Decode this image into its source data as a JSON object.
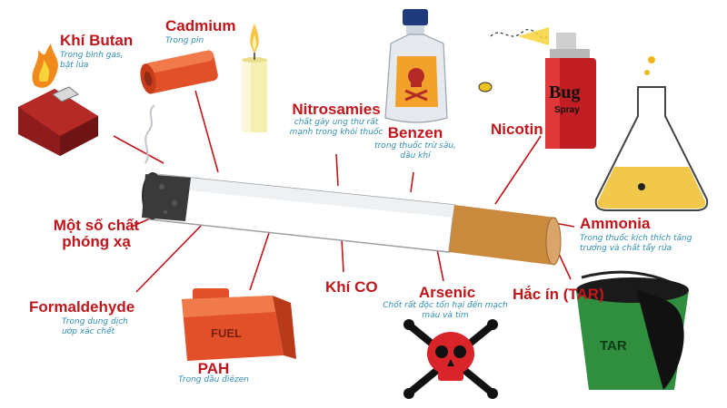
{
  "labels": {
    "butane": {
      "title": "Khí Butan",
      "sub": "Trong bình gas, bật lửa"
    },
    "cadmium": {
      "title": "Cadmium",
      "sub": "Trong pin"
    },
    "nitrosamines": {
      "title": "Nitrosamies",
      "sub": "chất gây ung thư rất mạnh trong khói thuốc"
    },
    "benzene": {
      "title": "Benzen",
      "sub": "trong thuốc trừ sâu, dầu khí"
    },
    "nicotine": {
      "title": "Nicotin"
    },
    "radioactive": {
      "title": "Một số chất phóng xạ"
    },
    "ammonia": {
      "title": "Ammonia",
      "sub": "Trong thuốc kích thích tăng trưởng và chất tẩy rửa"
    },
    "formaldehyde": {
      "title": "Formaldehyde",
      "sub": "Trong dung dịch ướp xác chết"
    },
    "co": {
      "title": "Khí CO"
    },
    "arsenic": {
      "title": "Arsenic",
      "sub": "Chốt rất độc tổn hại đến mạch máu và tim"
    },
    "tar": {
      "title": "Hắc ín (TAR)"
    },
    "pah": {
      "title": "PAH",
      "sub": "Trong dầu điêzen"
    }
  },
  "illustrations": {
    "fuel_can_text": "FUEL",
    "spray_can_text_1": "Bug",
    "spray_can_text_2": "Spray",
    "tar_bucket_text": "TAR"
  },
  "colors": {
    "label_red": "#c0161b",
    "sub_blue": "#2f8fb3",
    "leader_red": "#c0161b",
    "filter_tan": "#c98a3e"
  }
}
